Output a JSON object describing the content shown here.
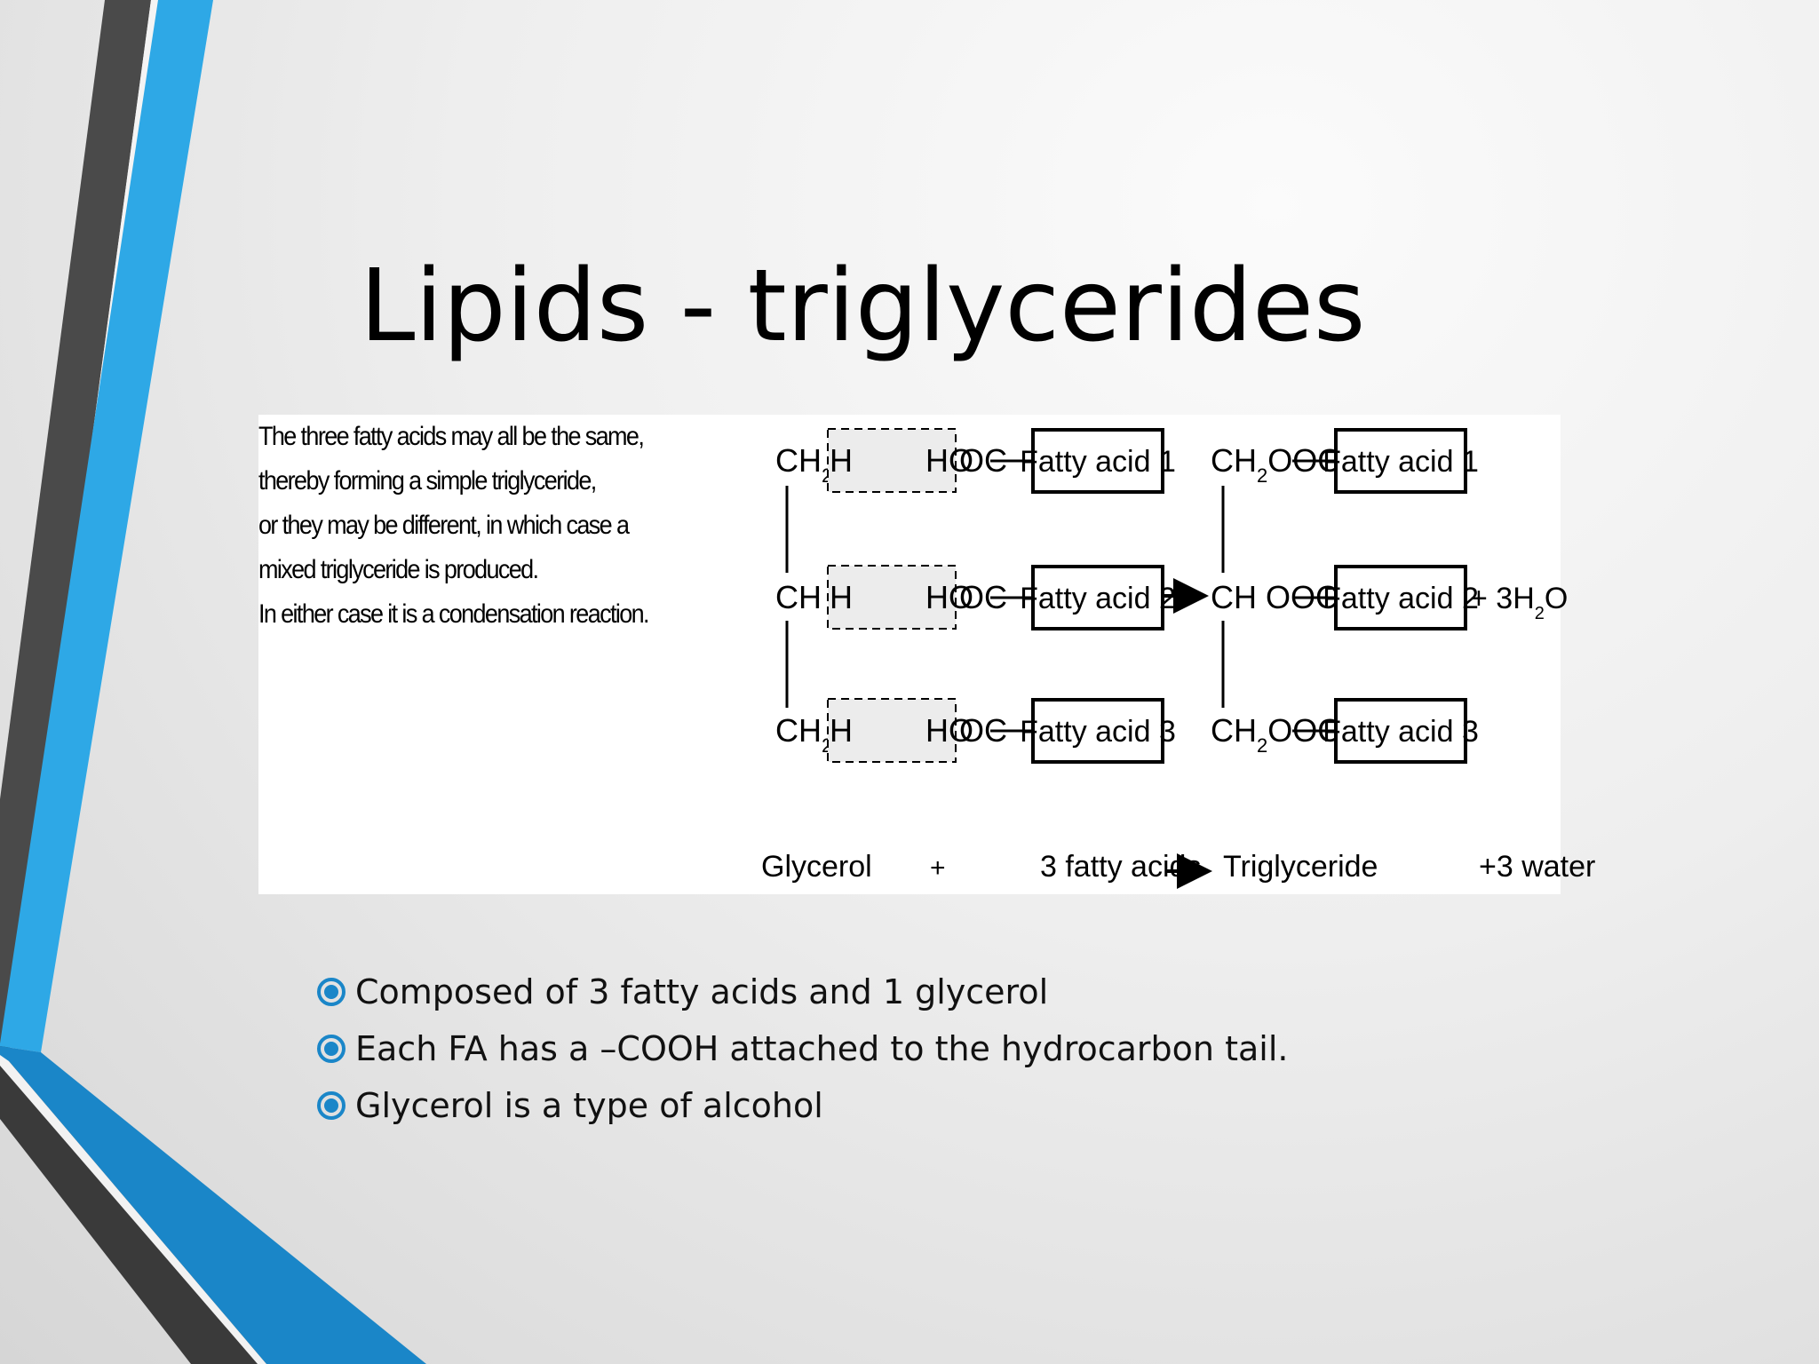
{
  "slide": {
    "title": "Lipids - triglycerides",
    "accent_colors": {
      "blue": "#2ea8e6",
      "dark": "#3e3e3e",
      "blue_bottom": "#1a86c8"
    }
  },
  "figure": {
    "note_lines": [
      "The three fatty acids may all be the same,",
      "thereby forming a simple triglyceride,",
      "or they may be different, in which case a",
      "mixed triglyceride is produced.",
      "In either case it is a  condensation reaction."
    ],
    "glycerol_groups": [
      {
        "main": "CH",
        "sub": "2",
        "tail": "O"
      },
      {
        "main": "CH O",
        "sub": "",
        "tail": ""
      },
      {
        "main": "CH",
        "sub": "2",
        "tail": "O"
      }
    ],
    "hydrogen": "H",
    "hooc": "HO",
    "hooc_tail": "OC",
    "fatty_acids": [
      "Fatty acid 1",
      "Fatty acid 2",
      "Fatty acid 3"
    ],
    "product_groups": [
      {
        "main": "CH",
        "sub": "2",
        "tail": "OOC"
      },
      {
        "main": "CH OOC",
        "sub": "",
        "tail": ""
      },
      {
        "main": "CH",
        "sub": "2",
        "tail": "OOC"
      }
    ],
    "water": {
      "prefix": "+ 3H",
      "sub": "2",
      "suffix": "O"
    },
    "bottom_labels": {
      "glycerol": "Glycerol",
      "plus": "+",
      "fatty_acids": "3 fatty acids",
      "triglyceride": "Triglyceride",
      "water": "+3 water"
    }
  },
  "bullets": [
    "Composed of 3 fatty acids and 1 glycerol",
    "Each FA has a –COOH attached to the hydrocarbon tail.",
    "Glycerol is a type of alcohol"
  ],
  "bullet_icon": "circled-dot-icon"
}
